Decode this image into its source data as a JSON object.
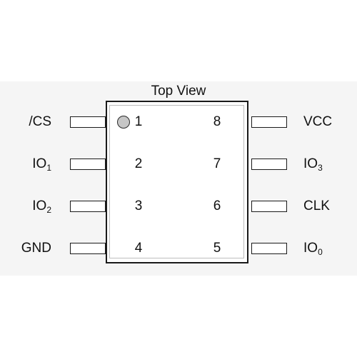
{
  "diagram": {
    "title": "Top View",
    "left_pins": [
      {
        "number": "1",
        "label": "/CS",
        "sub": ""
      },
      {
        "number": "2",
        "label": "IO",
        "sub": "1"
      },
      {
        "number": "3",
        "label": "IO",
        "sub": "2"
      },
      {
        "number": "4",
        "label": "GND",
        "sub": ""
      }
    ],
    "right_pins": [
      {
        "number": "8",
        "label": "VCC",
        "sub": ""
      },
      {
        "number": "7",
        "label": "IO",
        "sub": "3"
      },
      {
        "number": "6",
        "label": "CLK",
        "sub": ""
      },
      {
        "number": "5",
        "label": "IO",
        "sub": "0"
      }
    ],
    "colors": {
      "outline": "#1a1a1a",
      "pin1_marker": "#c6c6c6",
      "background_band": "#f5f5f5"
    }
  }
}
